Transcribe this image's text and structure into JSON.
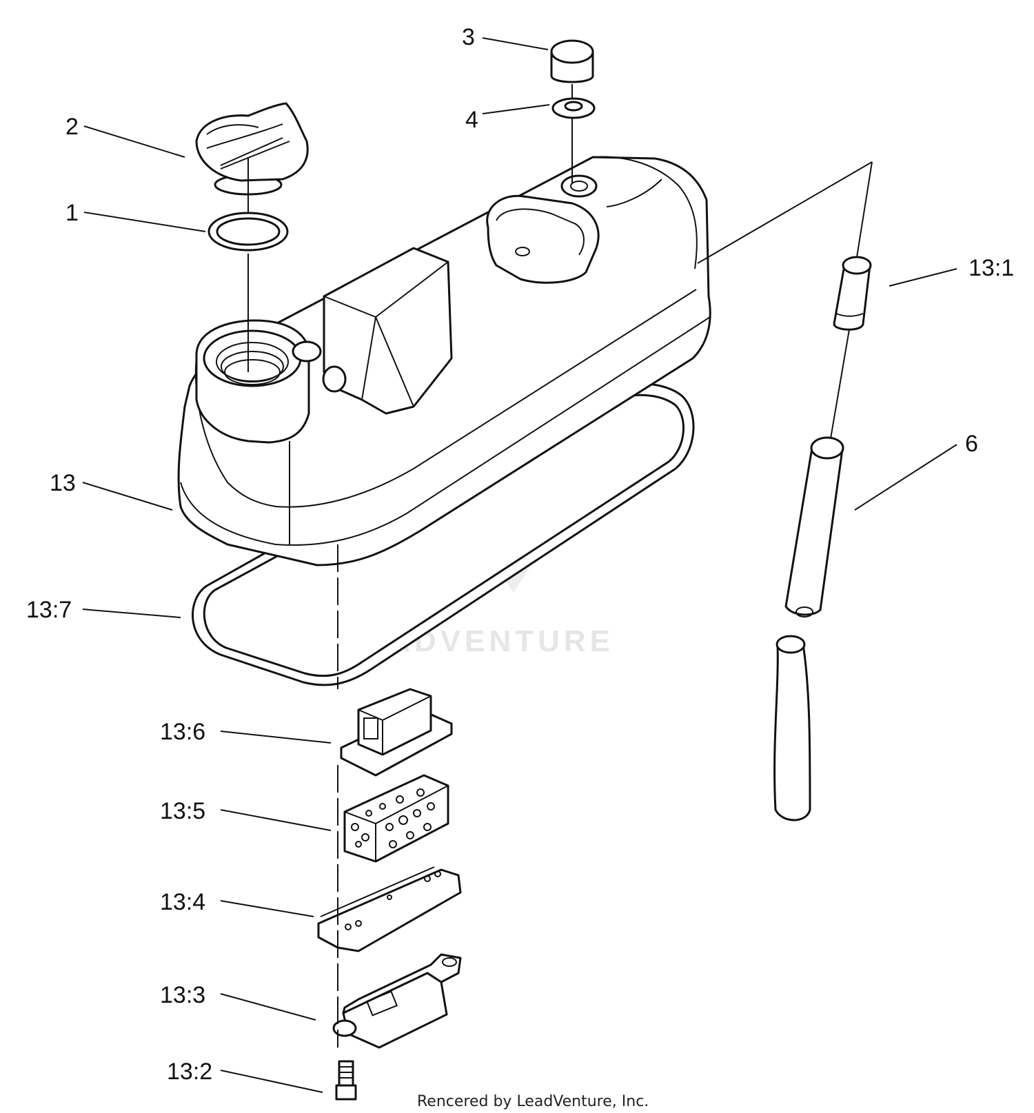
{
  "callouts": {
    "c1": "1",
    "c2": "2",
    "c3": "3",
    "c4": "4",
    "c6": "6",
    "c13": "13",
    "c13_1": "13:1",
    "c13_2": "13:2",
    "c13_3": "13:3",
    "c13_4": "13:4",
    "c13_5": "13:5",
    "c13_6": "13:6",
    "c13_7": "13:7"
  },
  "watermark": "LEADVENTURE",
  "footer": "Rencered by LeadVenture, Inc."
}
